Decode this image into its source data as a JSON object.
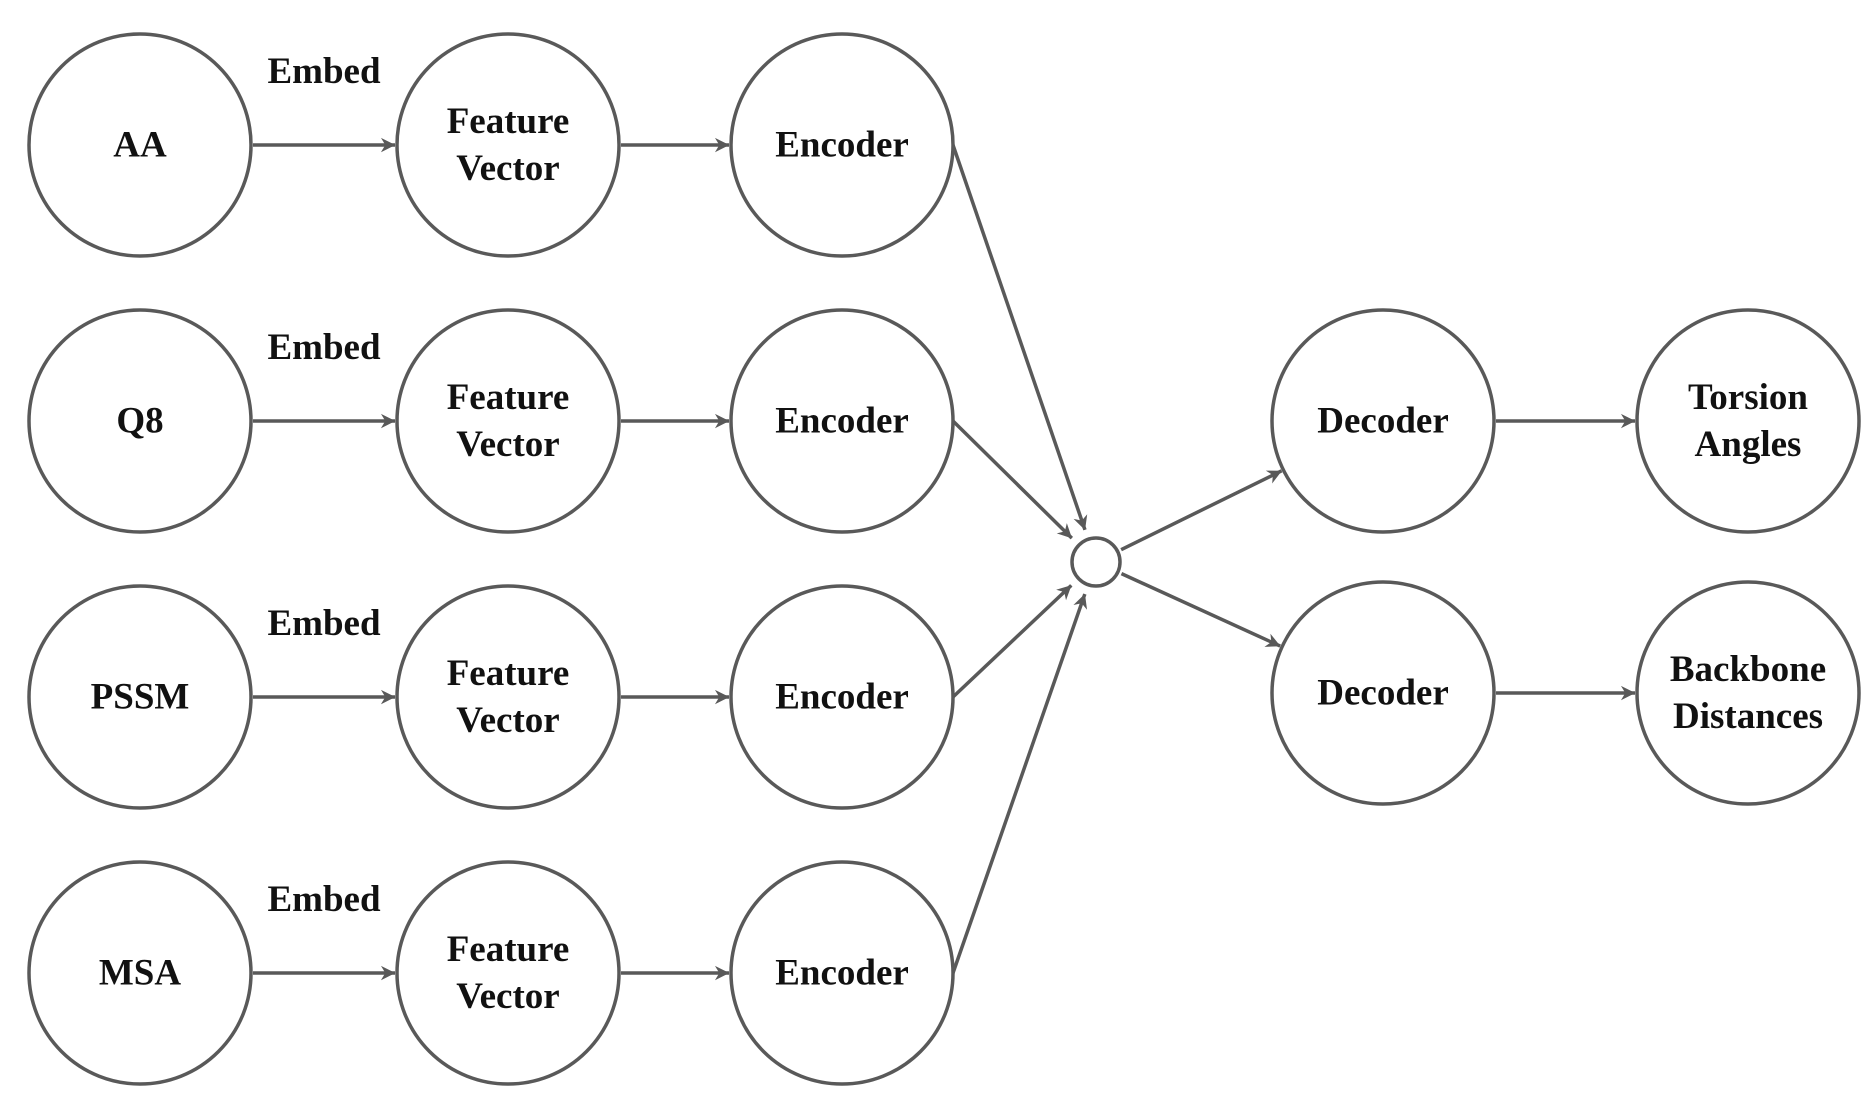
{
  "colors": {
    "stroke": "#595959",
    "text": "#111111",
    "background": "#ffffff"
  },
  "inputs": [
    {
      "id": "aa",
      "label": "AA",
      "edge_label": "Embed",
      "feature": [
        "Feature",
        "Vector"
      ],
      "encoder": "Encoder"
    },
    {
      "id": "q8",
      "label": "Q8",
      "edge_label": "Embed",
      "feature": [
        "Feature",
        "Vector"
      ],
      "encoder": "Encoder"
    },
    {
      "id": "pssm",
      "label": "PSSM",
      "edge_label": "Embed",
      "feature": [
        "Feature",
        "Vector"
      ],
      "encoder": "Encoder"
    },
    {
      "id": "msa",
      "label": "MSA",
      "edge_label": "Embed",
      "feature": [
        "Feature",
        "Vector"
      ],
      "encoder": "Encoder"
    }
  ],
  "outputs": [
    {
      "id": "torsion",
      "decoder": "Decoder",
      "result": [
        "Torsion",
        "Angles"
      ]
    },
    {
      "id": "backbone",
      "decoder": "Decoder",
      "result": [
        "Backbone",
        "Distances"
      ]
    }
  ]
}
